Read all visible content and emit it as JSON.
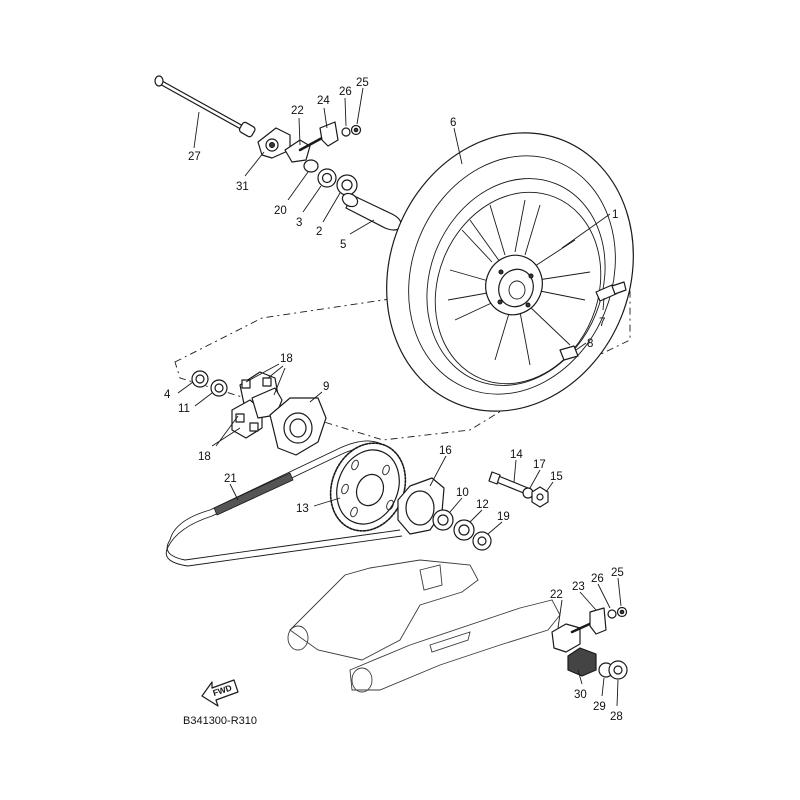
{
  "diagram": {
    "callouts": [
      "1",
      "2",
      "3",
      "4",
      "5",
      "6",
      "7",
      "8",
      "9",
      "10",
      "11",
      "12",
      "13",
      "14",
      "15",
      "16",
      "17",
      "18",
      "19",
      "20",
      "21",
      "22",
      "23",
      "24",
      "25",
      "26",
      "27",
      "28",
      "29",
      "30",
      "31"
    ],
    "repeat_callouts": {
      "18b": "18",
      "22b": "22",
      "25b": "25",
      "26b": "26"
    },
    "fwd_label": "FWD",
    "figure_code": "B341300-R310"
  }
}
